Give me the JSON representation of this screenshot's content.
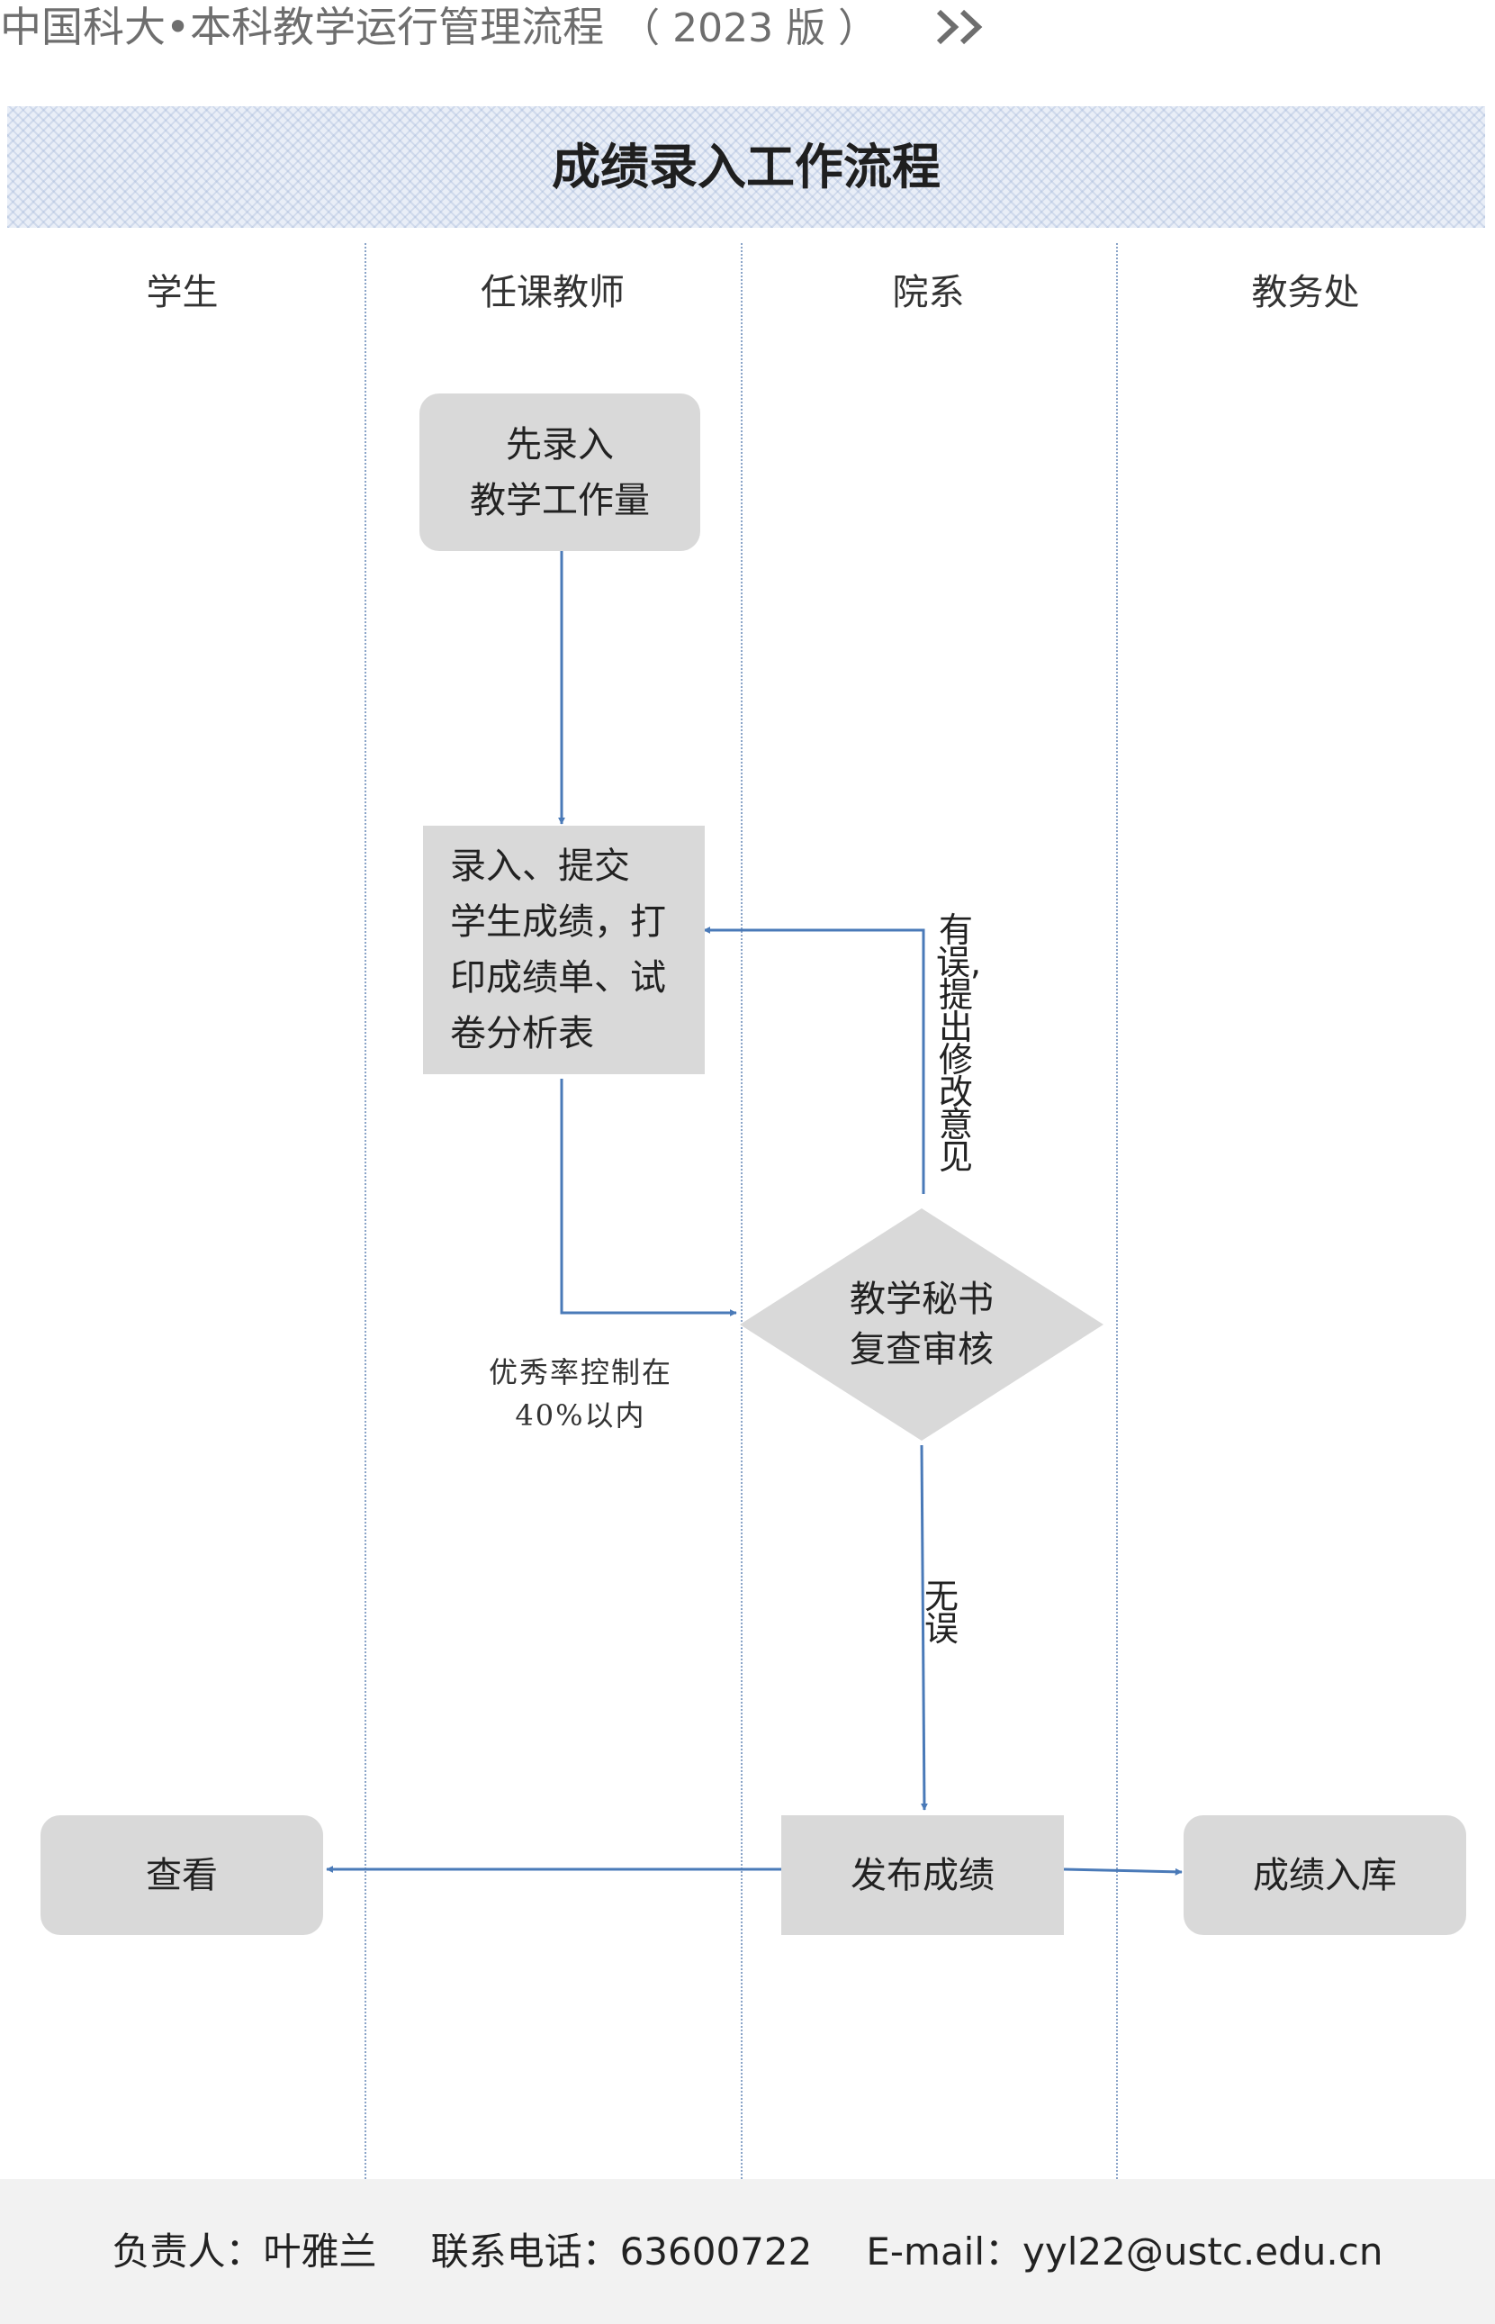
{
  "header": {
    "title": "中国科大•本科教学运行管理流程",
    "edition": "（ 2023 版 ）",
    "chevron_icon": "double-chevron-right-icon"
  },
  "banner": {
    "title": "成绩录入工作流程"
  },
  "lanes": [
    "学生",
    "任课教师",
    "院系",
    "教务处"
  ],
  "nodes": {
    "workload": "先录入\n教学工作量",
    "enter_grades": "录入、提交\n学生成绩，打\n印成绩单、试\n卷分析表",
    "review": "教学秘书\n复查审核",
    "publish": "发布成绩",
    "view": "查看",
    "archive": "成绩入库"
  },
  "edge_labels": {
    "error_feedback": "有误,提出修改意见",
    "no_error": "无误"
  },
  "note": {
    "line1": "优秀率控制在",
    "line2": "40%以内"
  },
  "footer": {
    "owner": "负责人：叶雅兰",
    "phone": "联系电话：63600722",
    "email": "E-mail：yyl22@ustc.edu.cn"
  },
  "colors": {
    "arrow": "#4a7ab8",
    "box_fill": "#d9d9d9",
    "banner_fill": "#e9eef7",
    "footer_fill": "#f2f2f2"
  }
}
